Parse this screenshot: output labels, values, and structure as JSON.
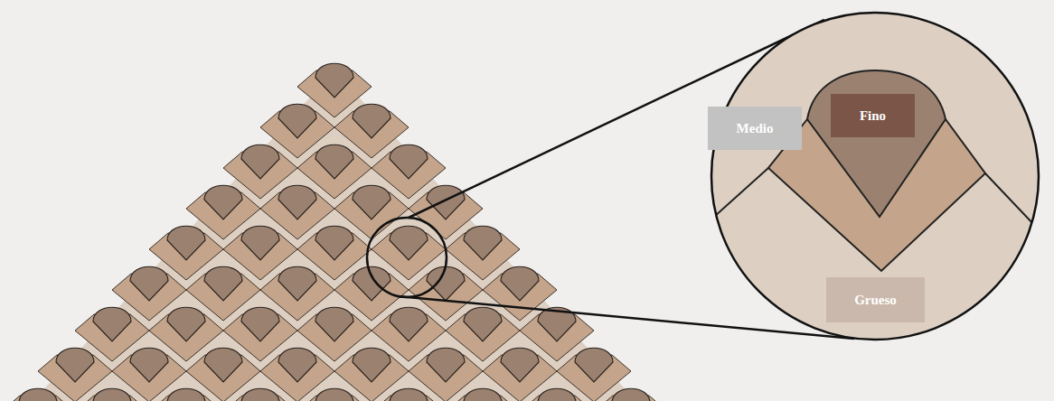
{
  "diagram": {
    "nodes": [
      {
        "text": [
          "Medio"
        ]
      },
      {
        "text": [
          "Fino"
        ]
      },
      {
        "text": [
          "Grueso"
        ]
      }
    ]
  }
}
